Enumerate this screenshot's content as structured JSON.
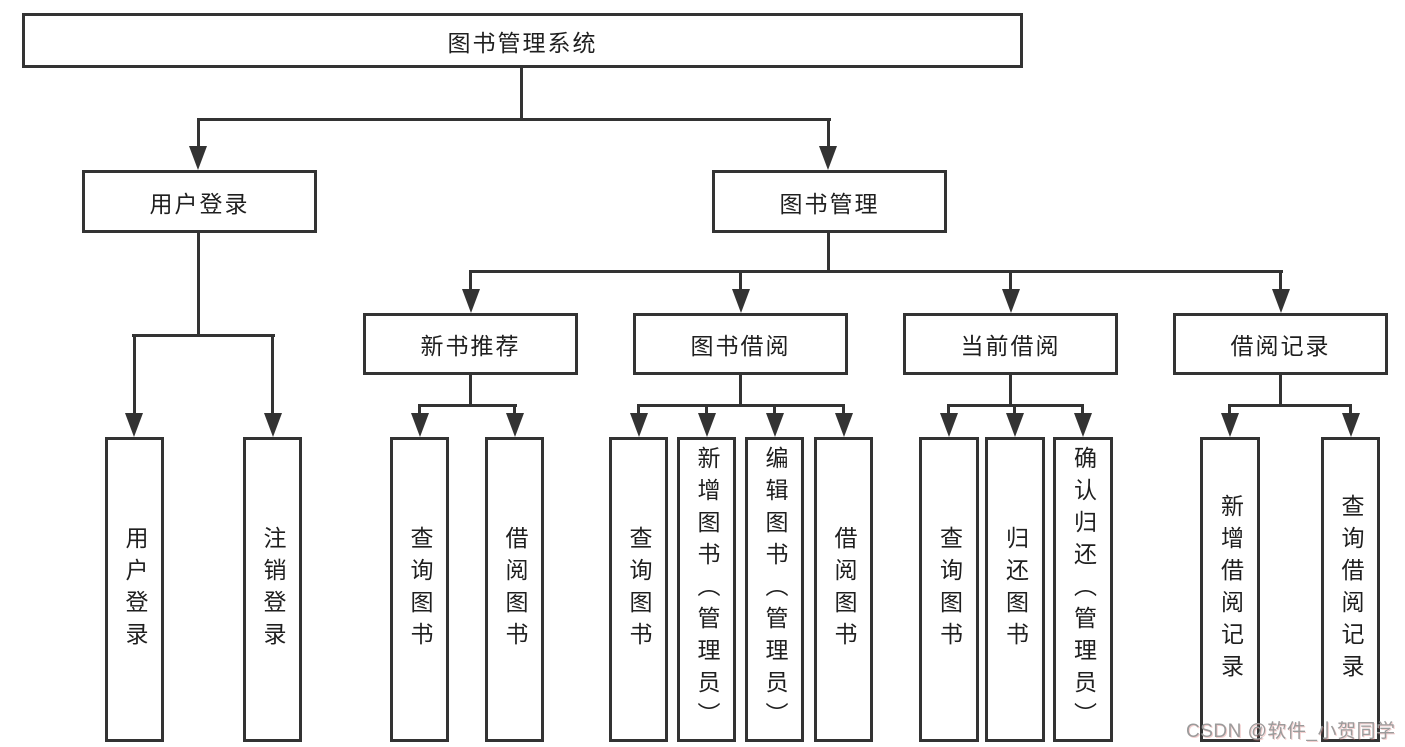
{
  "diagram": {
    "title": "图书管理系统",
    "branches": {
      "user_login": {
        "label": "用户登录",
        "children": {
          "login": "用户登录",
          "logout": "注销登录"
        }
      },
      "book_management": {
        "label": "图书管理",
        "children": {
          "new_book_recommend": {
            "label": "新书推荐",
            "children": {
              "query_book": "查询图书",
              "borrow_book": "借阅图书"
            }
          },
          "book_borrow": {
            "label": "图书借阅",
            "children": {
              "query_book": "查询图书",
              "add_book": "新增图书（管理员）",
              "edit_book": "编辑图书（管理员）",
              "borrow_book": "借阅图书"
            }
          },
          "current_borrow": {
            "label": "当前借阅",
            "children": {
              "query_book": "查询图书",
              "return_book": "归还图书",
              "confirm_return": "确认归还（管理员）"
            }
          },
          "borrow_records": {
            "label": "借阅记录",
            "children": {
              "add_record": "新增借阅记录",
              "query_record": "查询借阅记录"
            }
          }
        }
      }
    }
  },
  "watermark": "CSDN @软件_小贺同学",
  "colors": {
    "line": "#333333",
    "text": "#1f1f1f",
    "background": "#ffffff",
    "watermark": "#9b9b9b"
  }
}
